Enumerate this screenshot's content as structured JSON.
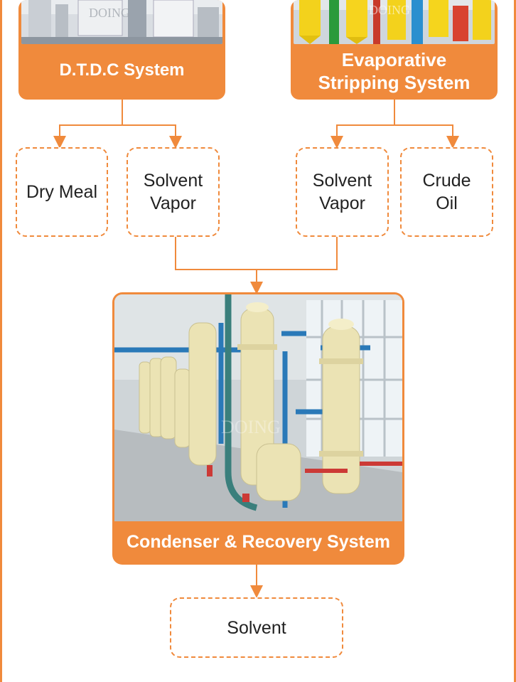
{
  "colors": {
    "accent": "#f08a3c",
    "label_text": "#ffffff",
    "node_text": "#222222"
  },
  "top_left_card": {
    "label": "D.T.D.C System",
    "watermark": "DOING"
  },
  "top_right_card": {
    "label_line1": "Evaporative",
    "label_line2": "Stripping System",
    "watermark": "DOING"
  },
  "nodes": {
    "dry_meal": {
      "line1": "Dry Meal"
    },
    "solvent_vapor_left": {
      "line1": "Solvent",
      "line2": "Vapor"
    },
    "solvent_vapor_right": {
      "line1": "Solvent",
      "line2": "Vapor"
    },
    "crude_oil": {
      "line1": "Crude",
      "line2": "Oil"
    },
    "solvent": {
      "line1": "Solvent"
    }
  },
  "main_card": {
    "label": "Condenser & Recovery System",
    "watermark": "DOING"
  }
}
